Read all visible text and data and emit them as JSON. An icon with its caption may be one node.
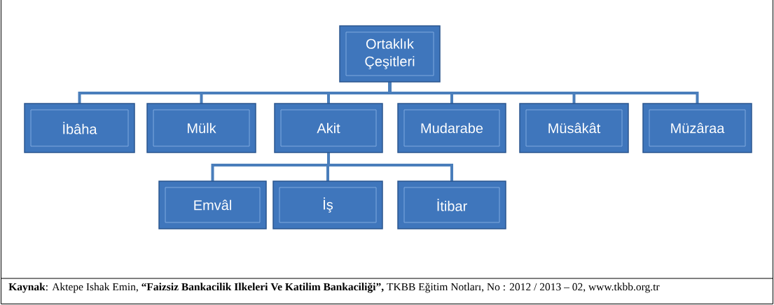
{
  "diagram": {
    "caption": "**Kaynak**: Aktepe Ishak Emin,  **“Faizsiz Bankacilik Ilkeleri  Ve  Katilim Bankaciliği”,** TKBB Eğitim Notları, No : 2012 / 2013 – 02, www.tkbb.org.tr",
    "nodes": [
      {
        "text": [
          "Ortaklık Çeşitleri"
        ]
      },
      {
        "text": [
          "İbâha"
        ]
      },
      {
        "text": [
          "Mülk"
        ]
      },
      {
        "text": [
          "Akit"
        ]
      },
      {
        "text": [
          "Mudarabe"
        ]
      },
      {
        "text": [
          "Müsâkât"
        ]
      },
      {
        "text": [
          "Müzâraa"
        ]
      },
      {
        "text": [
          "Emvâl"
        ]
      },
      {
        "text": [
          "İş"
        ]
      },
      {
        "text": [
          "İtibar"
        ]
      }
    ],
    "edges": [
      {
        "from": 0,
        "to": 1,
        "arrow": "none"
      },
      {
        "from": 0,
        "to": 2,
        "arrow": "none"
      },
      {
        "from": 0,
        "to": 3,
        "arrow": "none"
      },
      {
        "from": 0,
        "to": 4,
        "arrow": "none"
      },
      {
        "from": 0,
        "to": 5,
        "arrow": "none"
      },
      {
        "from": 0,
        "to": 6,
        "arrow": "none"
      },
      {
        "from": 3,
        "to": 7,
        "arrow": "none"
      },
      {
        "from": 3,
        "to": 8,
        "arrow": "none"
      },
      {
        "from": 3,
        "to": 9,
        "arrow": "none"
      }
    ]
  }
}
